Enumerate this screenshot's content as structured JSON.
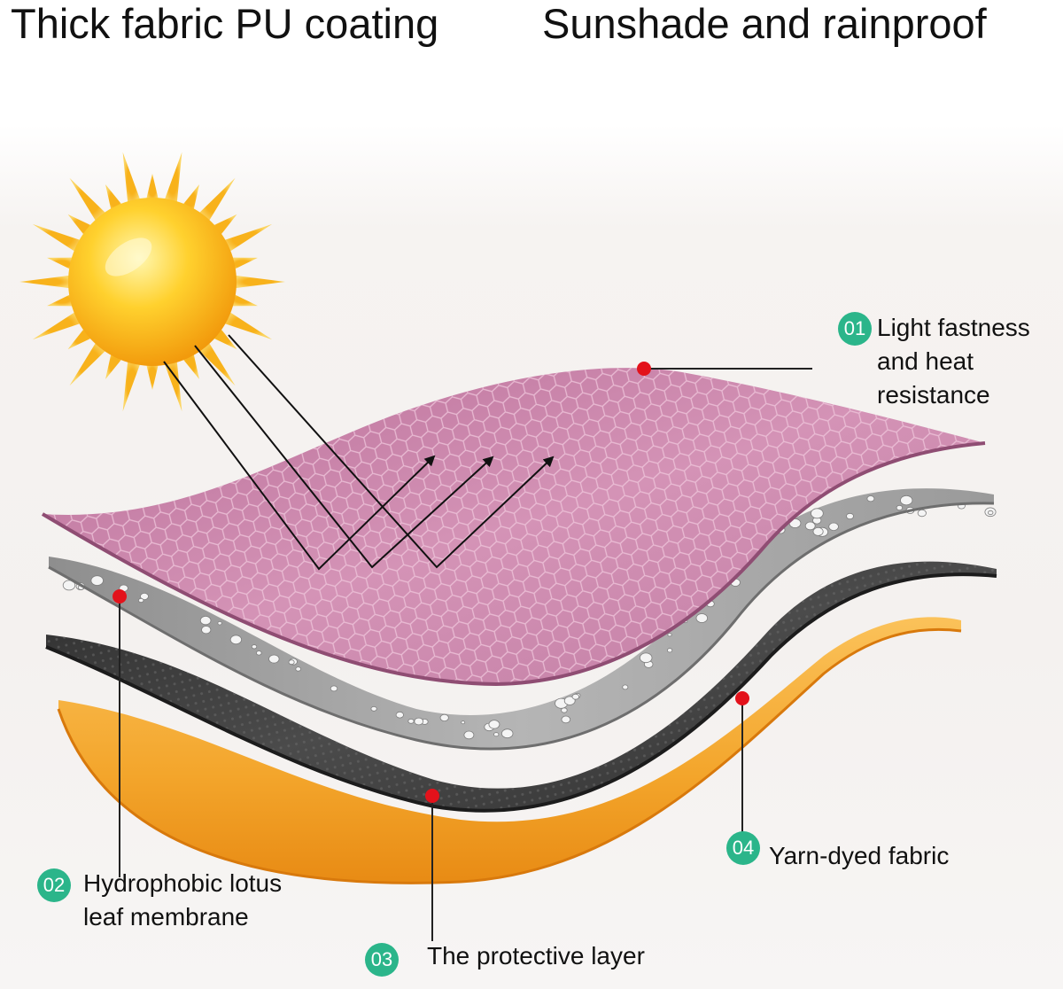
{
  "headline": {
    "left": "Thick fabric PU coating",
    "right": "Sunshade and rainproof"
  },
  "badge_color": "#2bb58a",
  "callout_dot_color": "#e3121b",
  "layer_colors": {
    "top_fabric": "#c885a8",
    "lotus_membrane": "#a9a9a9",
    "protective_layer": "#3b3b3b",
    "yarn_dyed_fabric": "#f3a52b"
  },
  "callouts": [
    {
      "number": "01",
      "label": "Light fastness\nand heat\nresistance"
    },
    {
      "number": "02",
      "label": "Hydrophobic lotus\nleaf membrane"
    },
    {
      "number": "03",
      "label": "The protective layer"
    },
    {
      "number": "04",
      "label": "Yarn-dyed fabric"
    }
  ]
}
